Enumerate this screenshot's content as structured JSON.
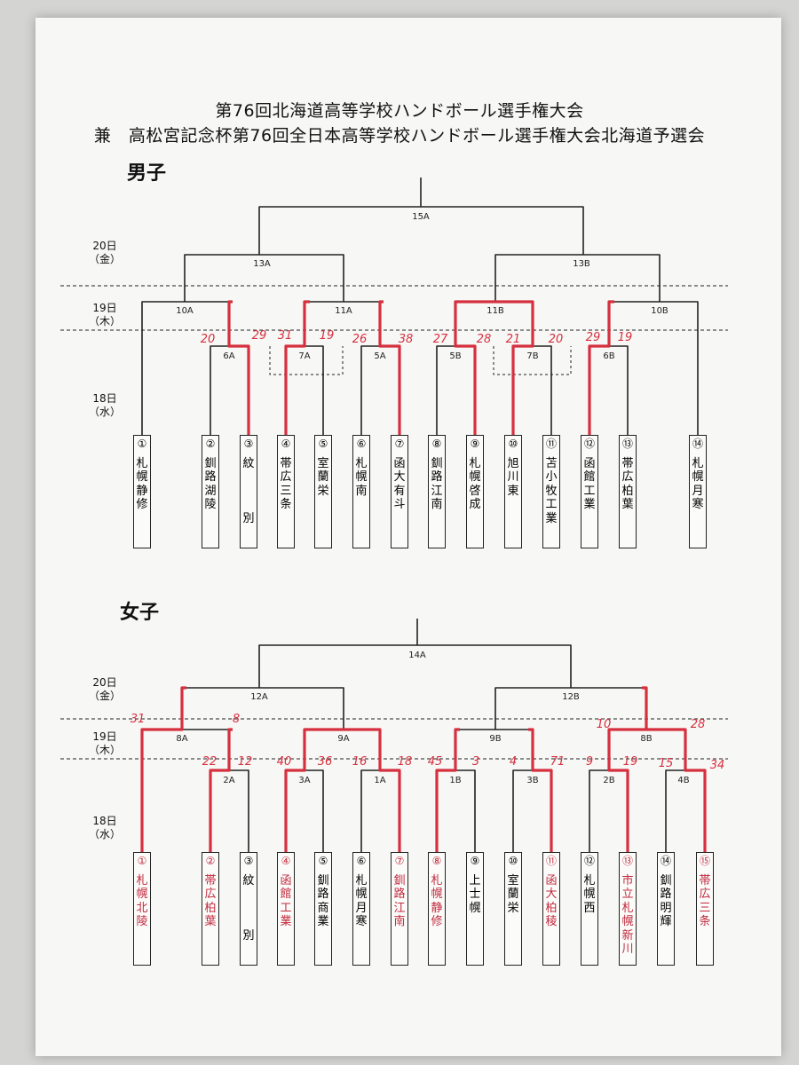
{
  "title_line1": "第76回北海道高等学校ハンドボール選手権大会",
  "title_line2": "兼　高松宮記念杯第76回全日本高等学校ハンドボール選手権大会北海道予選会",
  "days": [
    {
      "date": "20日",
      "weekday": "（金）"
    },
    {
      "date": "19日",
      "weekday": "（木）"
    },
    {
      "date": "18日",
      "weekday": "（水）"
    }
  ],
  "boys": {
    "label": "男子",
    "teams": [
      {
        "num": "①",
        "name": "札幌静修"
      },
      {
        "num": "②",
        "name": "釧路湖陵"
      },
      {
        "num": "③",
        "name": "紋　別"
      },
      {
        "num": "④",
        "name": "帯広三条"
      },
      {
        "num": "⑤",
        "name": "室蘭栄"
      },
      {
        "num": "⑥",
        "name": "札幌南"
      },
      {
        "num": "⑦",
        "name": "函大有斗"
      },
      {
        "num": "⑧",
        "name": "釧路江南"
      },
      {
        "num": "⑨",
        "name": "札幌啓成"
      },
      {
        "num": "⑩",
        "name": "旭川東"
      },
      {
        "num": "⑪",
        "name": "苫小牧工業"
      },
      {
        "num": "⑫",
        "name": "函館工業"
      },
      {
        "num": "⑬",
        "name": "帯広柏葉"
      },
      {
        "num": "⑭",
        "name": "札幌月寒"
      }
    ],
    "matches": [
      "15A",
      "13A",
      "13B",
      "10A",
      "11A",
      "11B",
      "10B",
      "6A",
      "7A",
      "5A",
      "5B",
      "7B",
      "6B"
    ],
    "scores": [
      "20",
      "29",
      "31",
      "19",
      "26",
      "38",
      "27",
      "28",
      "21",
      "20",
      "29",
      "19"
    ]
  },
  "girls": {
    "label": "女子",
    "teams": [
      {
        "num": "①",
        "name": "札幌北陵"
      },
      {
        "num": "②",
        "name": "帯広柏葉"
      },
      {
        "num": "③",
        "name": "紋　別"
      },
      {
        "num": "④",
        "name": "函館工業"
      },
      {
        "num": "⑤",
        "name": "釧路商業"
      },
      {
        "num": "⑥",
        "name": "札幌月寒"
      },
      {
        "num": "⑦",
        "name": "釧路江南"
      },
      {
        "num": "⑧",
        "name": "札幌静修"
      },
      {
        "num": "⑨",
        "name": "上士幌"
      },
      {
        "num": "⑩",
        "name": "室蘭栄"
      },
      {
        "num": "⑪",
        "name": "函大柏稜"
      },
      {
        "num": "⑫",
        "name": "札幌西"
      },
      {
        "num": "⑬",
        "name": "市立札幌新川"
      },
      {
        "num": "⑭",
        "name": "釧路明輝"
      },
      {
        "num": "⑮",
        "name": "帯広三条"
      }
    ],
    "matches": [
      "14A",
      "12A",
      "12B",
      "8A",
      "9A",
      "9B",
      "8B",
      "2A",
      "3A",
      "1A",
      "1B",
      "3B",
      "2B",
      "4B"
    ],
    "scores": [
      "31",
      "8",
      "22",
      "12",
      "40",
      "36",
      "16",
      "18",
      "45",
      "3",
      "4",
      "71",
      "10",
      "28",
      "9",
      "19",
      "15",
      "34"
    ]
  },
  "ink_color": "#d6303f"
}
